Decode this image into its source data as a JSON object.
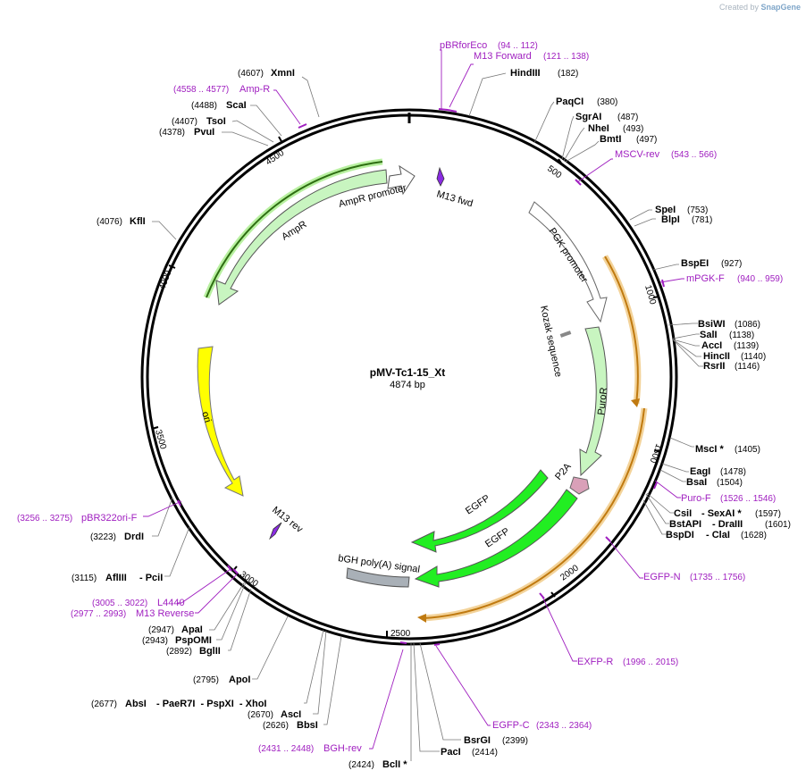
{
  "watermark": {
    "prefix": "Created by",
    "brand": "SnapGene"
  },
  "plasmid": {
    "name": "pMV-Tc1-15_Xt",
    "length": "4874 bp"
  },
  "ticks": [
    "500",
    "1000",
    "1500",
    "2000",
    "2500",
    "3000",
    "3500",
    "4000",
    "4500"
  ],
  "enzymes": [
    {
      "name": "XmnI",
      "pos": "(4607)"
    },
    {
      "name": "ScaI",
      "pos": "(4488)"
    },
    {
      "name": "TsoI",
      "pos": "(4407)"
    },
    {
      "name": "PvuI",
      "pos": "(4378)"
    },
    {
      "name": "KflI",
      "pos": "(4076)"
    },
    {
      "name": "HindIII",
      "pos": "(182)"
    },
    {
      "name": "PaqCI",
      "pos": "(380)"
    },
    {
      "name": "SgrAI",
      "pos": "(487)"
    },
    {
      "name": "NheI",
      "pos": "(493)"
    },
    {
      "name": "BmtI",
      "pos": "(497)"
    },
    {
      "name": "SpeI",
      "pos": "(753)"
    },
    {
      "name": "BlpI",
      "pos": "(781)"
    },
    {
      "name": "BspEI",
      "pos": "(927)"
    },
    {
      "name": "BsiWI",
      "pos": "(1086)"
    },
    {
      "name": "SalI",
      "pos": "(1138)"
    },
    {
      "name": "AccI",
      "pos": "(1139)"
    },
    {
      "name": "HincII",
      "pos": "(1140)"
    },
    {
      "name": "RsrII",
      "pos": "(1146)"
    },
    {
      "name": "MscI *",
      "pos": "(1405)"
    },
    {
      "name": "EagI",
      "pos": "(1478)"
    },
    {
      "name": "BsaI",
      "pos": "(1504)"
    },
    {
      "name": "CsiI",
      "name2": "- SexAI *",
      "pos": "(1597)"
    },
    {
      "name": "BstAPI",
      "name2": "- DraIII",
      "pos": "(1601)"
    },
    {
      "name": "BspDI",
      "name2": "- ClaI",
      "pos": "(1628)"
    },
    {
      "name": "DrdI",
      "pos": "(3223)"
    },
    {
      "name": "AflIII",
      "name2": "- PciI",
      "pos": "(3115)"
    },
    {
      "name": "ApaI",
      "pos": "(2947)"
    },
    {
      "name": "PspOMI",
      "pos": "(2943)"
    },
    {
      "name": "BglII",
      "pos": "(2892)"
    },
    {
      "name": "ApoI",
      "pos": "(2795)"
    },
    {
      "name": "AbsI",
      "name2": "- PaeR7I  - PspXI  - XhoI",
      "pos": "(2677)"
    },
    {
      "name": "AscI",
      "pos": "(2670)"
    },
    {
      "name": "BbsI",
      "pos": "(2626)"
    },
    {
      "name": "BsrGI",
      "pos": "(2399)"
    },
    {
      "name": "PacI",
      "pos": "(2414)"
    },
    {
      "name": "BclI *",
      "pos": "(2424)"
    }
  ],
  "primers": [
    {
      "name": "pBRforEco",
      "pos": "(94 .. 112)"
    },
    {
      "name": "M13 Forward",
      "pos": "(121 .. 138)"
    },
    {
      "name": "Amp-R",
      "pos": "(4558 .. 4577)"
    },
    {
      "name": "MSCV-rev",
      "pos": "(543 .. 566)"
    },
    {
      "name": "mPGK-F",
      "pos": "(940 .. 959)"
    },
    {
      "name": "Puro-F",
      "pos": "(1526 .. 1546)"
    },
    {
      "name": "EGFP-N",
      "pos": "(1735 .. 1756)"
    },
    {
      "name": "EXFP-R",
      "pos": "(1996 .. 2015)"
    },
    {
      "name": "EGFP-C",
      "pos": "(2343 .. 2364)"
    },
    {
      "name": "BGH-rev",
      "pos": "(2431 .. 2448)"
    },
    {
      "name": "pBR322ori-F",
      "pos": "(3256 .. 3275)"
    },
    {
      "name": "L4440",
      "pos": "(3005 .. 3022)"
    },
    {
      "name": "M13 Reverse",
      "pos": "(2977 .. 2993)"
    }
  ],
  "features": {
    "amp_promoter": "AmpR promoter",
    "ampr": "AmpR",
    "ori": "ori",
    "m13_fwd": "M13 fwd",
    "m13_rev": "M13 rev",
    "pgk": "PGK promoter",
    "kozak": "Kozak sequence",
    "puror": "PuroR",
    "p2a": "P2A",
    "egfp1": "EGFP",
    "egfp2": "EGFP",
    "bgh": "bGH poly(A) signal"
  },
  "colors": {
    "primer": "#a020c0",
    "ampr": "#c8f5c0",
    "egfp": "#22ee22",
    "ori": "#ffff00",
    "orf_outline": "#e8b45a",
    "bgh": "#a9b0b7",
    "p2a": "#d9a0b8"
  }
}
